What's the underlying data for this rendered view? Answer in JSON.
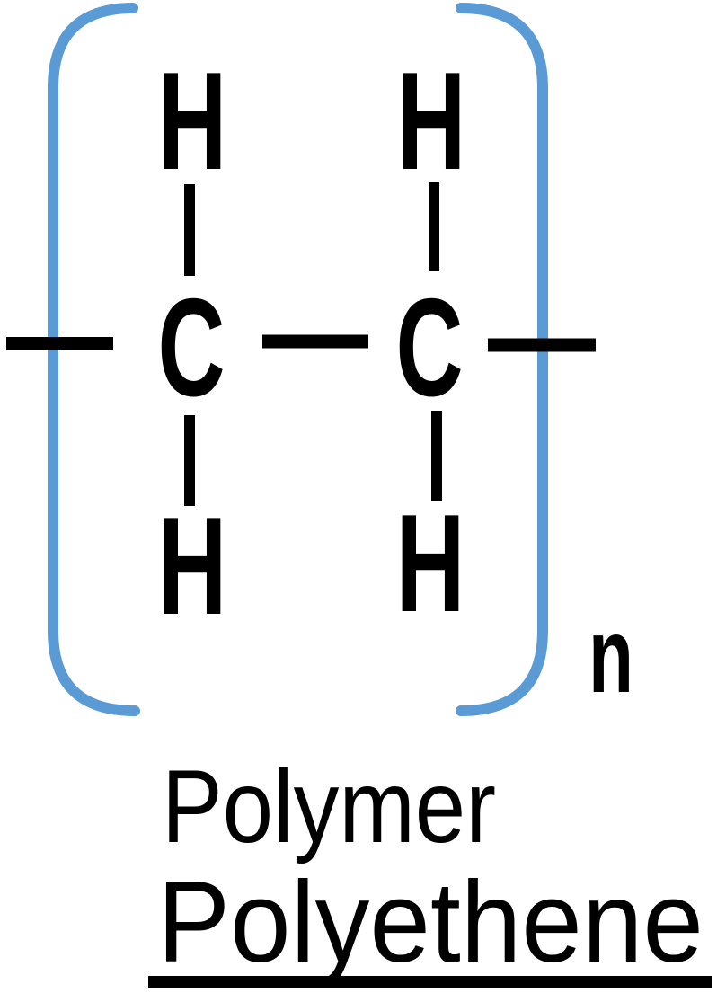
{
  "diagram": {
    "type": "chemical-structure",
    "repeat_unit": {
      "atoms": [
        {
          "symbol": "H",
          "position": "top-left"
        },
        {
          "symbol": "H",
          "position": "top-right"
        },
        {
          "symbol": "C",
          "position": "left"
        },
        {
          "symbol": "C",
          "position": "right"
        },
        {
          "symbol": "H",
          "position": "bottom-left"
        },
        {
          "symbol": "H",
          "position": "bottom-right"
        }
      ],
      "bond_count": 7,
      "subscript": "n"
    },
    "labels": {
      "category": "Polymer",
      "name": "Polyethene"
    },
    "colors": {
      "bracket": "#5B9BD5",
      "bond": "#000000",
      "text": "#000000",
      "background": "#FFFFFF"
    }
  }
}
